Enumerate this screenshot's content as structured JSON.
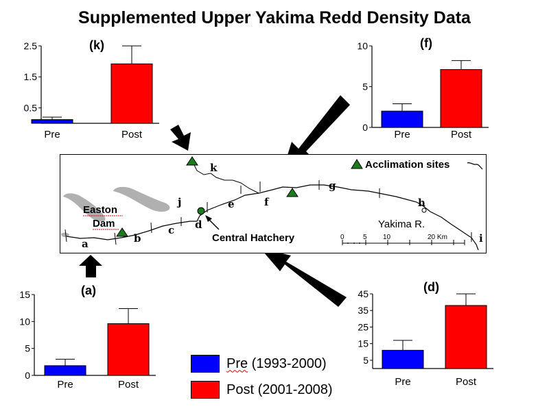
{
  "page": {
    "title": "Supplemented Upper Yakima Redd Density Data"
  },
  "colors": {
    "pre": "#0000ff",
    "post": "#ff0000",
    "triangle": "#1e7a1e",
    "lake": "#b0b0b0",
    "frame": "#000000"
  },
  "chart_data": [
    {
      "id": "k",
      "type": "bar",
      "label": "(k)",
      "categories": [
        "Pre",
        "Post"
      ],
      "values": [
        0.12,
        1.92
      ],
      "errors": [
        0.08,
        0.58
      ],
      "ylim": [
        0,
        2.5
      ],
      "yticks": [
        0.5,
        1.5,
        2.5
      ],
      "ytick_labels": [
        "0.5",
        "1.5",
        "2.5"
      ]
    },
    {
      "id": "f",
      "type": "bar",
      "label": "(f)",
      "categories": [
        "Pre",
        "Post"
      ],
      "values": [
        2.0,
        7.1
      ],
      "errors": [
        0.9,
        1.1
      ],
      "ylim": [
        0,
        10
      ],
      "yticks": [
        0,
        5,
        10
      ],
      "ytick_labels": [
        "0",
        "5",
        "10"
      ]
    },
    {
      "id": "a",
      "type": "bar",
      "label": "(a)",
      "categories": [
        "Pre",
        "Post"
      ],
      "values": [
        1.8,
        9.6
      ],
      "errors": [
        1.2,
        2.8
      ],
      "ylim": [
        0,
        15
      ],
      "yticks": [
        0,
        5,
        10,
        15
      ],
      "ytick_labels": [
        "0",
        "5",
        "10",
        "15"
      ]
    },
    {
      "id": "d",
      "type": "bar",
      "label": "(d)",
      "categories": [
        "Pre",
        "Post"
      ],
      "values": [
        11,
        38
      ],
      "errors": [
        6,
        7
      ],
      "ylim": [
        0,
        45
      ],
      "yticks": [
        5,
        15,
        25,
        35,
        45
      ],
      "ytick_labels": [
        "5",
        "15",
        "25",
        "35",
        "45"
      ]
    }
  ],
  "map": {
    "reach_labels": [
      "a",
      "b",
      "c",
      "d",
      "e",
      "f",
      "g",
      "h",
      "i",
      "j",
      "k"
    ],
    "easton_label_1": "Easton",
    "easton_label_2": "Dam",
    "hatchery_label": "Central Hatchery",
    "river_label": "Yakima R.",
    "acclimation_label": "Acclimation sites",
    "scale_ticks": [
      "0",
      "5",
      "10",
      "20 Km"
    ]
  },
  "legend": {
    "pre_label": "Pre (1993-2000)",
    "pre_word": "Pre",
    "pre_rest": " (1993-2000)",
    "post_label": "Post (2001-2008)"
  }
}
